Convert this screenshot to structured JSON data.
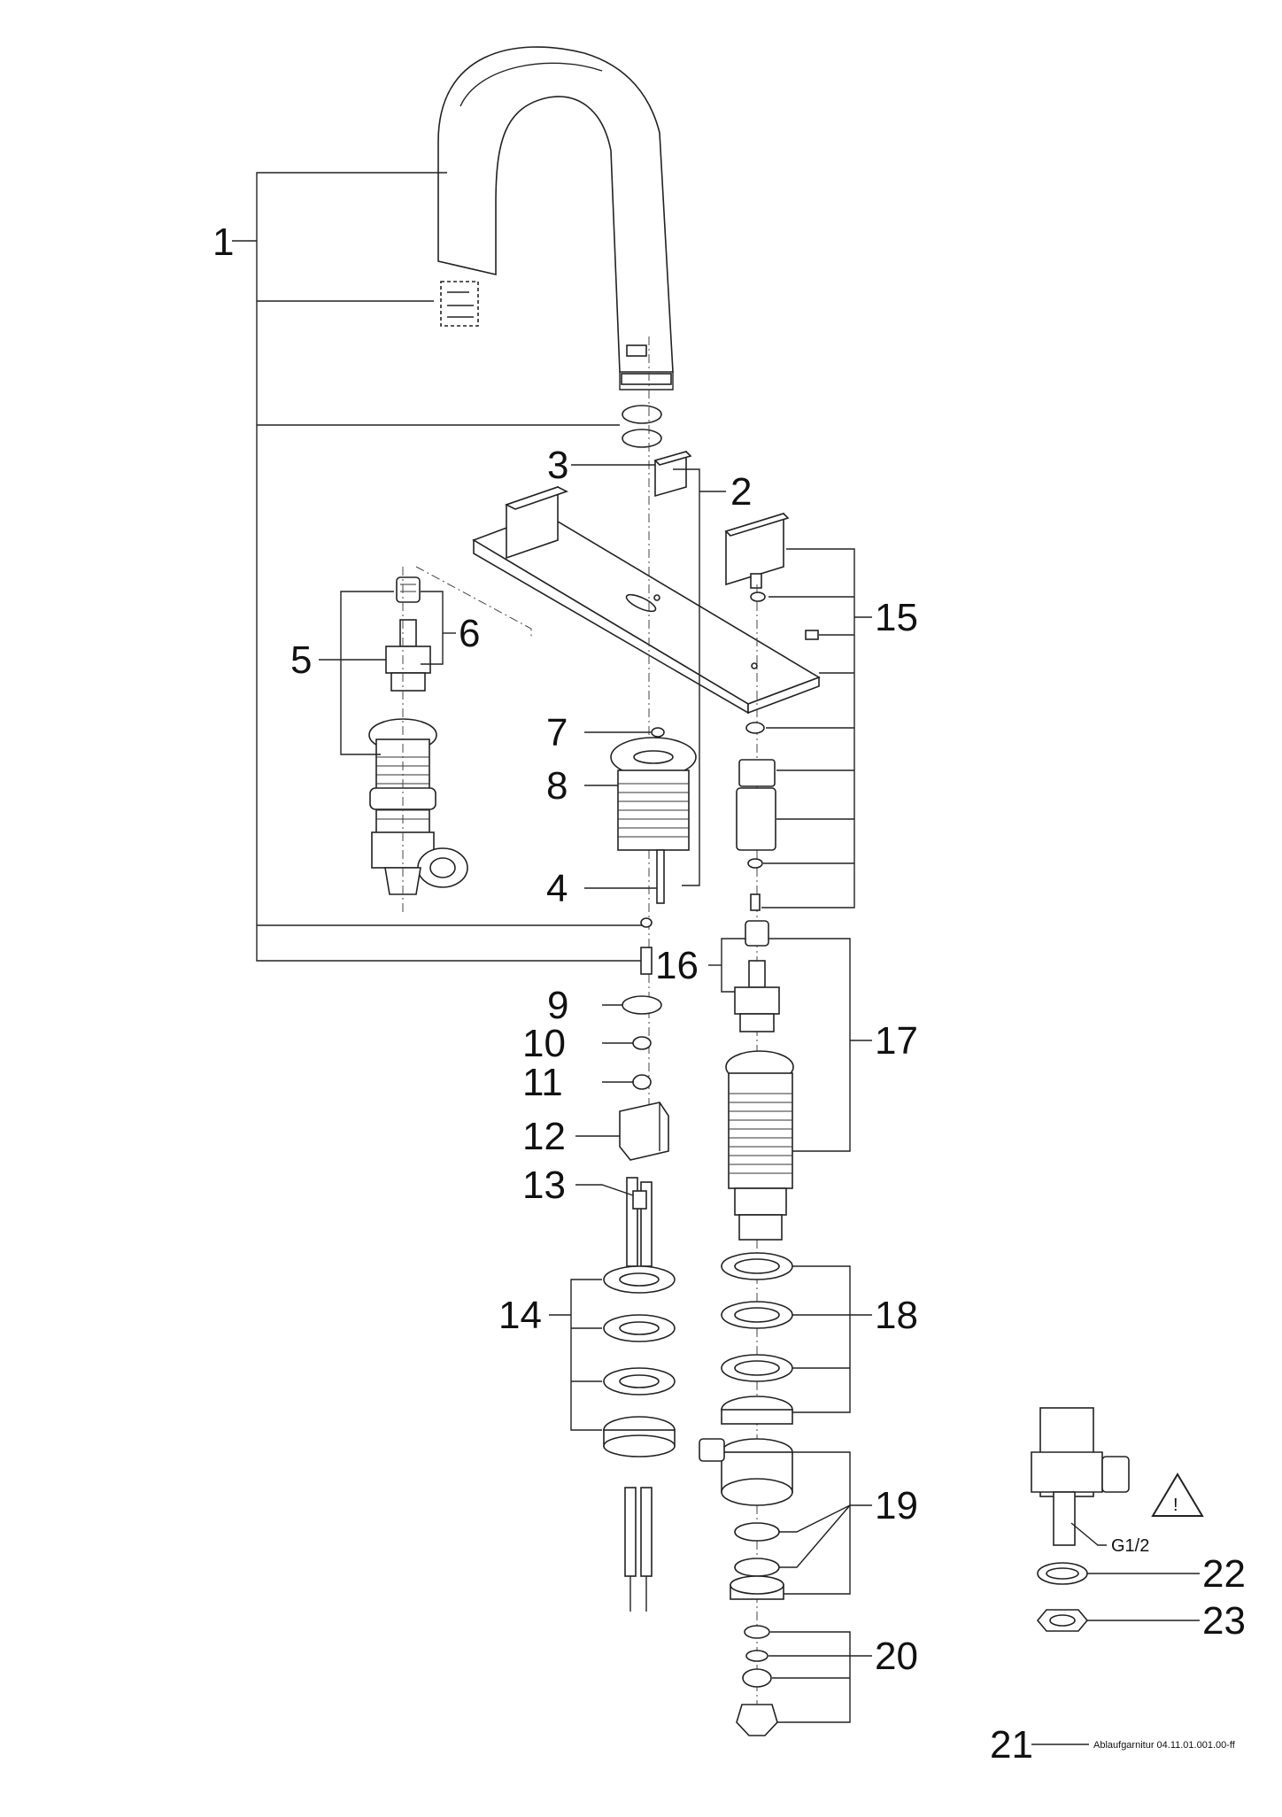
{
  "callouts": {
    "c1": "1",
    "c2": "2",
    "c3": "3",
    "c4": "4",
    "c5": "5",
    "c6": "6",
    "c7": "7",
    "c8": "8",
    "c9": "9",
    "c10": "10",
    "c11": "11",
    "c12": "12",
    "c13": "13",
    "c14": "14",
    "c15": "15",
    "c16": "16",
    "c17": "17",
    "c18": "18",
    "c19": "19",
    "c20": "20",
    "c21": "21",
    "c22": "22",
    "c23": "23"
  },
  "thread_label": "G1/2",
  "warning_symbol": "!",
  "footnote": "Ablaufgarnitur 04.11.01.001.00-ff",
  "icons": {
    "warning": "warning-triangle-icon"
  }
}
